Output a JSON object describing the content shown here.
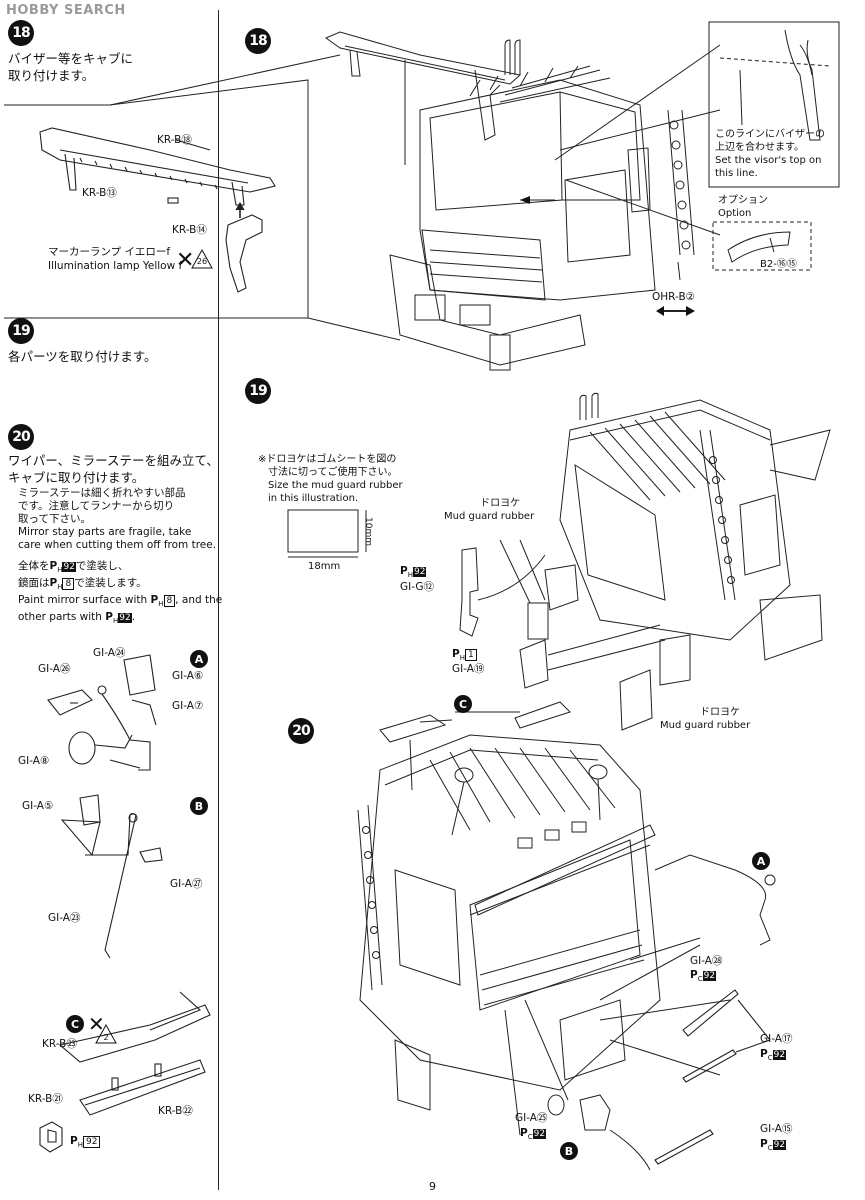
{
  "watermark": "HOBBY SEARCH",
  "page_number": "9",
  "steps": {
    "s18": {
      "number": "18",
      "jp_line1": "バイザー等をキャブに",
      "jp_line2": "取り付けます。",
      "parts": {
        "krb18": "KR-B⑱",
        "krb13": "KR-B⑬",
        "krb14": "KR-B⑭"
      },
      "marker_jp": "マーカーランプ イエローf",
      "marker_en": "Illumination lamp Yellow f",
      "marker_count": "26",
      "visor_note_jp1": "このラインにバイザーの",
      "visor_note_jp2": "上辺を合わせます。",
      "visor_note_en1": "Set the visor's top on",
      "visor_note_en2": "this line.",
      "option_jp": "オプション",
      "option_en": "Option",
      "option_part": "B2-⑯⑮",
      "ohr_part": "OHR-B②"
    },
    "s19": {
      "number": "19",
      "jp": "各パーツを取り付けます。",
      "note_jp1": "※ドロヨケはゴムシートを図の",
      "note_jp2": "寸法に切ってご使用下さい。",
      "note_en1": "Size the mud guard rubber",
      "note_en2": "in this illustration.",
      "dim_h": "10mm",
      "dim_w": "18mm",
      "mud_jp": "ドロヨケ",
      "mud_en": "Mud guard rubber",
      "gig12": "GI-G⑫",
      "gia19": "GI-A⑲",
      "paint_ph": "P",
      "paint_ph_sub": "H",
      "paint_ph_num92": "92",
      "paint_ph_num1": "1"
    },
    "s20": {
      "number": "20",
      "jp_line1": "ワイパー、ミラーステーを組み立て、",
      "jp_line2": "キャブに取り付けます。",
      "warn_jp1": "ミラーステーは細く折れやすい部品",
      "warn_jp2": "です。注意してランナーから切り",
      "warn_jp3": "取って下さい。",
      "warn_en1": "Mirror stay parts are fragile, take",
      "warn_en2": "care when cutting them off from tree.",
      "paint_jp1": "全体を",
      "paint_jp1b": "で塗装し、",
      "paint_jp2": "鏡面は",
      "paint_jp2b": "で塗装します。",
      "paint_en1a": "Paint mirror surface with ",
      "paint_en1b": ", and the",
      "paint_en2a": "other parts with ",
      "parts": {
        "gia24": "GI-A㉔",
        "gia26": "GI-A㉖",
        "gia6": "GI-A⑥",
        "gia7": "GI-A⑦",
        "gia8": "GI-A⑧",
        "gia5": "GI-A⑤",
        "gia27": "GI-A㉗",
        "gia23": "GI-A㉓",
        "krb23": "KR-B㉓",
        "krb21": "KR-B㉑",
        "krb22": "KR-B㉒",
        "gia28": "GI-A㉘",
        "gia17": "GI-A⑰",
        "gia25": "GI-A㉕",
        "gia15": "GI-A⑮"
      },
      "labelA": "A",
      "labelB": "B",
      "labelC": "C",
      "pc92": "92",
      "x2": "2"
    }
  }
}
